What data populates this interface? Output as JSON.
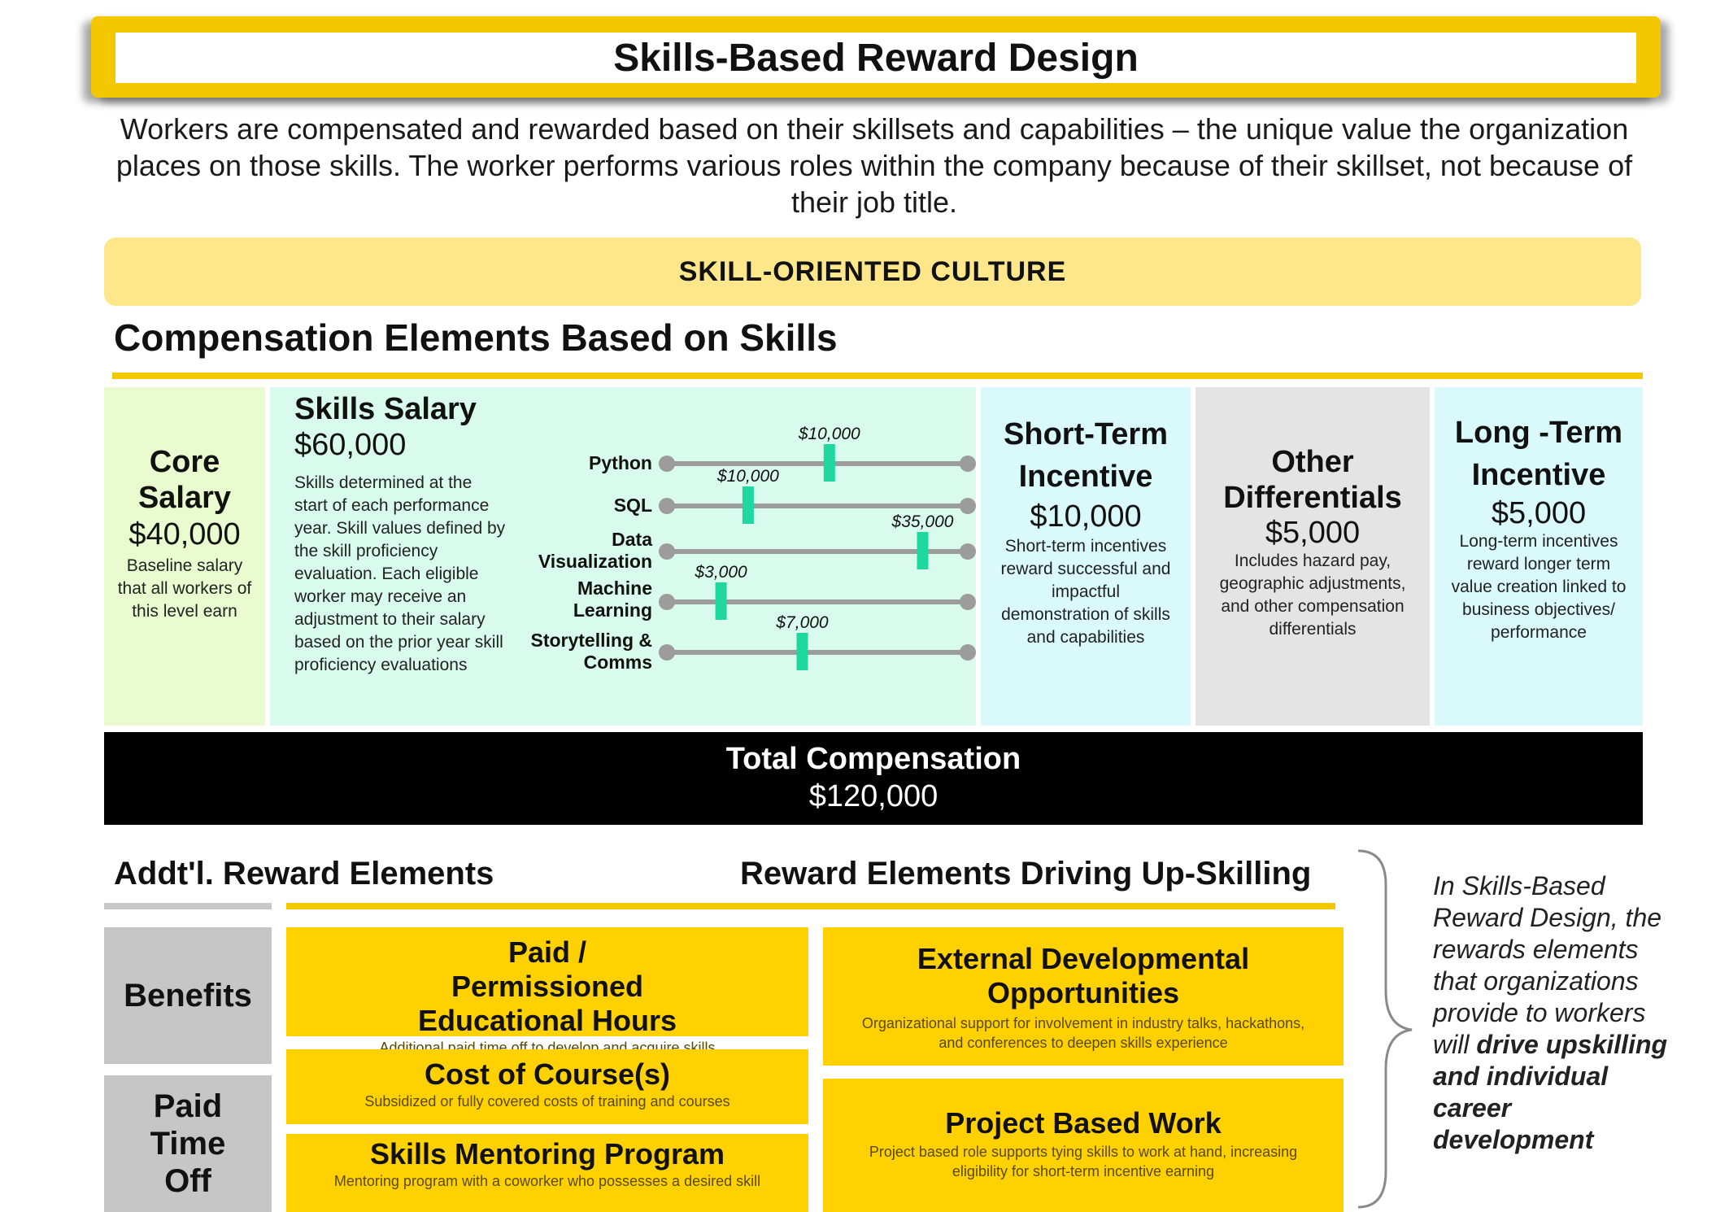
{
  "title": "Skills-Based Reward Design",
  "intro": "Workers are compensated and rewarded based on their skillsets and capabilities – the unique value the organization places on those skills. The worker performs various roles within the company because of their skillset, not because of their job title.",
  "culture_banner": "SKILL-ORIENTED CULTURE",
  "compensation": {
    "heading": "Compensation Elements Based on Skills",
    "core": {
      "title": "Core Salary",
      "amount": "$40,000",
      "description": "Baseline salary that all workers of this level earn"
    },
    "skills_salary": {
      "title": "Skills Salary",
      "amount": "$60,000",
      "description": "Skills determined at the start of each performance year. Skill values defined by the skill proficiency evaluation. Each eligible worker may receive an adjustment to their salary based on the prior year skill proficiency evaluations",
      "skills": [
        {
          "name": "Python",
          "label": "$10,000",
          "value": 10000,
          "position": 0.54
        },
        {
          "name": "SQL",
          "label": "$10,000",
          "value": 10000,
          "position": 0.27
        },
        {
          "name": "Data Visualization",
          "label": "$35,000",
          "value": 35000,
          "position": 0.85
        },
        {
          "name": "Machine Learning",
          "label": "$3,000",
          "value": 3000,
          "position": 0.18
        },
        {
          "name": "Storytelling & Comms",
          "label": "$7,000",
          "value": 7000,
          "position": 0.45
        }
      ]
    },
    "short_term": {
      "title": "Short-Term Incentive",
      "amount": "$10,000",
      "description": "Short-term incentives reward successful and impactful demonstration of skills and capabilities"
    },
    "other_diff": {
      "title": "Other Differentials",
      "amount": "$5,000",
      "description": "Includes hazard pay, geographic adjustments, and other compensation differentials"
    },
    "long_term": {
      "title": "Long -Term Incentive",
      "amount": "$5,000",
      "description": "Long-term incentives reward longer term value creation linked to business objectives/ performance"
    },
    "total": {
      "label": "Total Compensation",
      "amount": "$120,000"
    }
  },
  "rewards": {
    "addl_heading": "Addt'l. Reward Elements",
    "upskill_heading": "Reward Elements Driving Up-Skilling",
    "categories": [
      "Benefits",
      "Paid Time Off"
    ],
    "items": [
      {
        "title": "Paid / Permissioned Educational Hours",
        "description": "Additional paid time off to develop and acquire skills"
      },
      {
        "title": "Cost of Course(s)",
        "description": "Subsidized or fully covered costs of training and courses"
      },
      {
        "title": "Skills Mentoring Program",
        "description": "Mentoring program with a coworker who possesses a desired skill"
      },
      {
        "title": "External Developmental Opportunities",
        "description": "Organizational support for involvement in industry talks, hackathons, and conferences to deepen skills experience"
      },
      {
        "title": "Project Based Work",
        "description": "Project based role supports tying skills to work at hand, increasing eligibility for short-term incentive earning"
      }
    ],
    "note_lead": "In Skills-Based Reward Design, the rewards elements that organizations provide to workers will",
    "note_strong": "drive upskilling and individual career development"
  },
  "colors": {
    "accent_yellow": "#f4c800",
    "box_yellow": "#ffd100",
    "slider_marker": "#1ed8a0",
    "slider_track": "#9c9c9c"
  }
}
